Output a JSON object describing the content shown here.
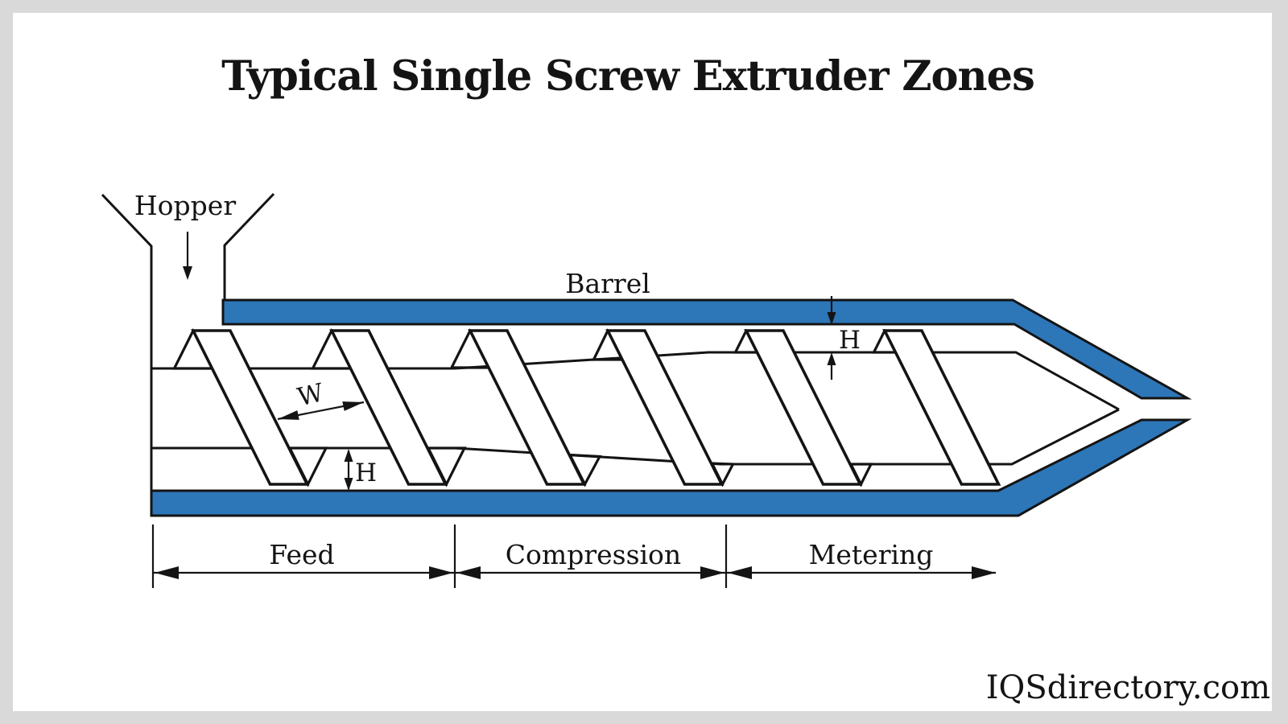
{
  "title": "Typical Single Screw Extruder Zones",
  "watermark": "IQSdirectory.com",
  "colors": {
    "barrel": "#2d76b8",
    "line": "#141414",
    "frame": "#d9d9d9",
    "background": "#ffffff"
  },
  "labels": {
    "hopper": "Hopper",
    "barrel": "Barrel",
    "flight_width": "W",
    "channel_depth_feed": "H",
    "channel_depth_metering": "H"
  },
  "zones": [
    {
      "label": "Feed"
    },
    {
      "label": "Compression"
    },
    {
      "label": "Metering"
    }
  ]
}
